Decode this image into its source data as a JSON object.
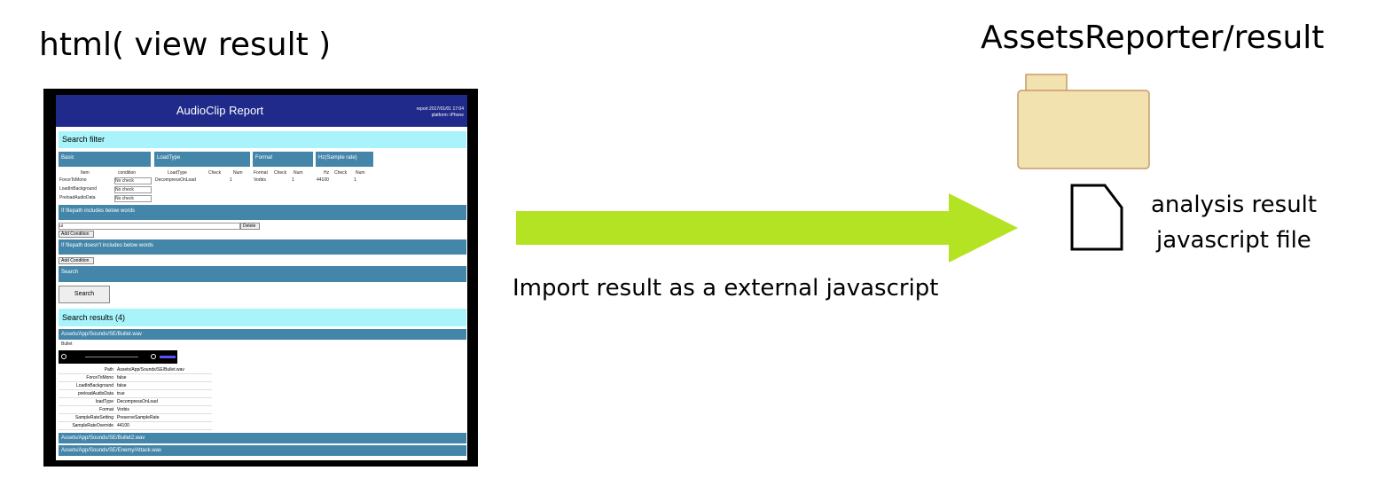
{
  "left_title": "html( view result )",
  "right_title": "AssetsReporter/result",
  "arrow_caption": "Import result as a external javascript",
  "file_label": [
    "analysis result",
    "javascript file"
  ],
  "colors": {
    "arrow": "#b3e322",
    "folder_fill": "#f1e2b0",
    "folder_stroke": "#c89a68",
    "report_header": "#1f2a8a",
    "report_cyan": "#a8f4fa",
    "report_blue": "#4486aa"
  },
  "icons": [
    "folder-icon",
    "file-icon"
  ],
  "report": {
    "title": "AudioClip Report",
    "meta": [
      "report 2017/01/01 17:04",
      "platform: iPhone"
    ],
    "search_filter": "Search filter",
    "groups": [
      "Basic",
      "LoadType",
      "Format",
      "Hz(Sample rate)"
    ],
    "basic_headers": [
      "Item",
      "condition"
    ],
    "basic_rows": [
      "ForceToMono",
      "LoadInBackground",
      "PreloadAudioData"
    ],
    "select_value": "No check",
    "load_headers": [
      "LoadType",
      "Check",
      "Num"
    ],
    "load_row": [
      "DecompressOnLoad",
      "1"
    ],
    "format_headers": [
      "Format",
      "Check",
      "Num"
    ],
    "format_row": [
      "Vorbis",
      "1"
    ],
    "hz_headers": [
      "Hz",
      "Check",
      "Num"
    ],
    "hz_row": [
      "44100",
      "1"
    ],
    "filter_include": "If filepath includes below words",
    "filter_exclude": "If filepath doesn't includes below words",
    "input_value": "ui",
    "delete_label": "Delete",
    "add_label": "Add Condition",
    "search_section": "Search",
    "search_button": "Search",
    "results_title": "Search results (4)",
    "result_paths": [
      "Assets/App/Sounds/SE/Bullet.wav",
      "Assets/App/Sounds/SE/Bullet2.wav",
      "Assets/App/Sounds/SE/Enemy/Attack.wav"
    ],
    "result_meta": "Bullet",
    "kv": [
      [
        "Path",
        "Assets/App/Sounds/SE/Bullet.wav"
      ],
      [
        "ForceToMono",
        "false"
      ],
      [
        "LoadInBackground",
        "false"
      ],
      [
        "preloadAudioData",
        "true"
      ],
      [
        "loadType",
        "DecompressOnLoad"
      ],
      [
        "Format",
        "Vorbis"
      ],
      [
        "SampleRateSetting",
        "PreserveSampleRate"
      ],
      [
        "SampleRateOverride",
        "44100"
      ]
    ]
  }
}
